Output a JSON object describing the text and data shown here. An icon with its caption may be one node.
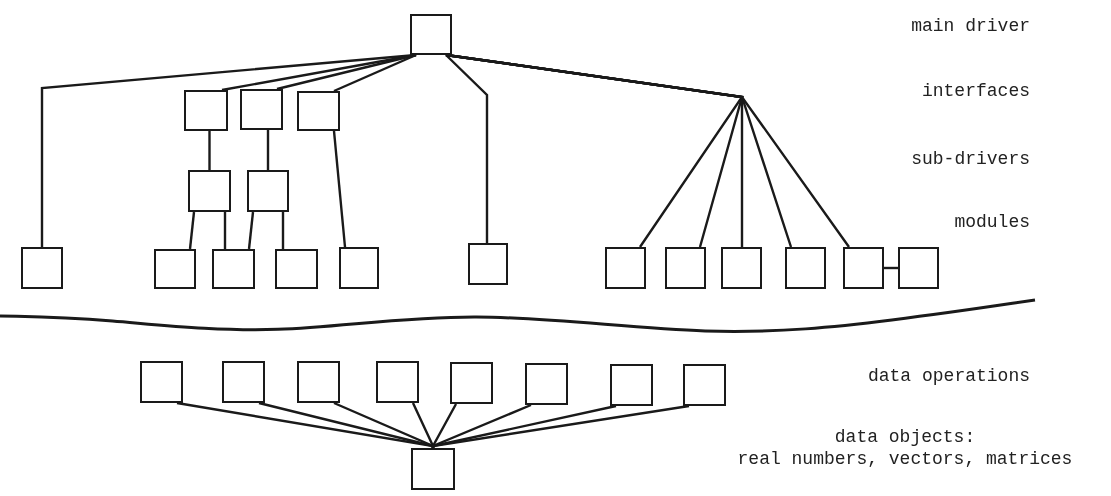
{
  "diagram": {
    "nodes": [
      {
        "text": [],
        "shape": "box"
      },
      {
        "text": [],
        "shape": "box"
      },
      {
        "text": [],
        "shape": "box"
      },
      {
        "text": [],
        "shape": "box"
      },
      {
        "text": [],
        "shape": "box"
      },
      {
        "text": [],
        "shape": "box"
      },
      {
        "text": [],
        "shape": "box"
      },
      {
        "text": [],
        "shape": "box"
      },
      {
        "text": [],
        "shape": "box"
      },
      {
        "text": [],
        "shape": "box"
      },
      {
        "text": [],
        "shape": "box"
      },
      {
        "text": [],
        "shape": "box"
      },
      {
        "text": [],
        "shape": "box"
      },
      {
        "text": [],
        "shape": "box"
      },
      {
        "text": [],
        "shape": "box"
      },
      {
        "text": [],
        "shape": "box"
      },
      {
        "text": [],
        "shape": "box"
      },
      {
        "text": [],
        "shape": "box"
      },
      {
        "text": [],
        "shape": "box"
      },
      {
        "text": [],
        "shape": "box"
      },
      {
        "text": [],
        "shape": "box"
      },
      {
        "text": [],
        "shape": "box"
      },
      {
        "text": [],
        "shape": "box"
      },
      {
        "text": [],
        "shape": "box"
      },
      {
        "text": [],
        "shape": "box"
      },
      {
        "text": [],
        "shape": "box"
      },
      {
        "text": [],
        "shape": "box"
      }
    ],
    "edges": [
      {
        "from": 0,
        "to": 6,
        "arrow": "none"
      },
      {
        "from": 0,
        "to": 1,
        "arrow": "none"
      },
      {
        "from": 0,
        "to": 2,
        "arrow": "none"
      },
      {
        "from": 0,
        "to": 3,
        "arrow": "none"
      },
      {
        "from": 0,
        "to": 11,
        "arrow": "none"
      },
      {
        "from": 0,
        "to": 12,
        "arrow": "none"
      },
      {
        "from": 0,
        "to": 13,
        "arrow": "none"
      },
      {
        "from": 0,
        "to": 14,
        "arrow": "none"
      },
      {
        "from": 0,
        "to": 15,
        "arrow": "none"
      },
      {
        "from": 0,
        "to": 16,
        "arrow": "none"
      },
      {
        "from": 1,
        "to": 4,
        "arrow": "none"
      },
      {
        "from": 2,
        "to": 5,
        "arrow": "none"
      },
      {
        "from": 4,
        "to": 7,
        "arrow": "none"
      },
      {
        "from": 4,
        "to": 8,
        "arrow": "none"
      },
      {
        "from": 5,
        "to": 8,
        "arrow": "none"
      },
      {
        "from": 5,
        "to": 9,
        "arrow": "none"
      },
      {
        "from": 3,
        "to": 10,
        "arrow": "none"
      },
      {
        "from": 16,
        "to": 17,
        "arrow": "none"
      },
      {
        "from": 18,
        "to": 26,
        "arrow": "none"
      },
      {
        "from": 19,
        "to": 26,
        "arrow": "none"
      },
      {
        "from": 20,
        "to": 26,
        "arrow": "none"
      },
      {
        "from": 21,
        "to": 26,
        "arrow": "none"
      },
      {
        "from": 22,
        "to": 26,
        "arrow": "none"
      },
      {
        "from": 23,
        "to": 26,
        "arrow": "none"
      },
      {
        "from": 24,
        "to": 26,
        "arrow": "none"
      },
      {
        "from": 25,
        "to": 26,
        "arrow": "none"
      }
    ],
    "labels": [
      "main driver",
      "interfaces",
      "sub-drivers",
      "modules",
      "data operations",
      "data objects:",
      "real numbers, vectors, matrices"
    ]
  }
}
